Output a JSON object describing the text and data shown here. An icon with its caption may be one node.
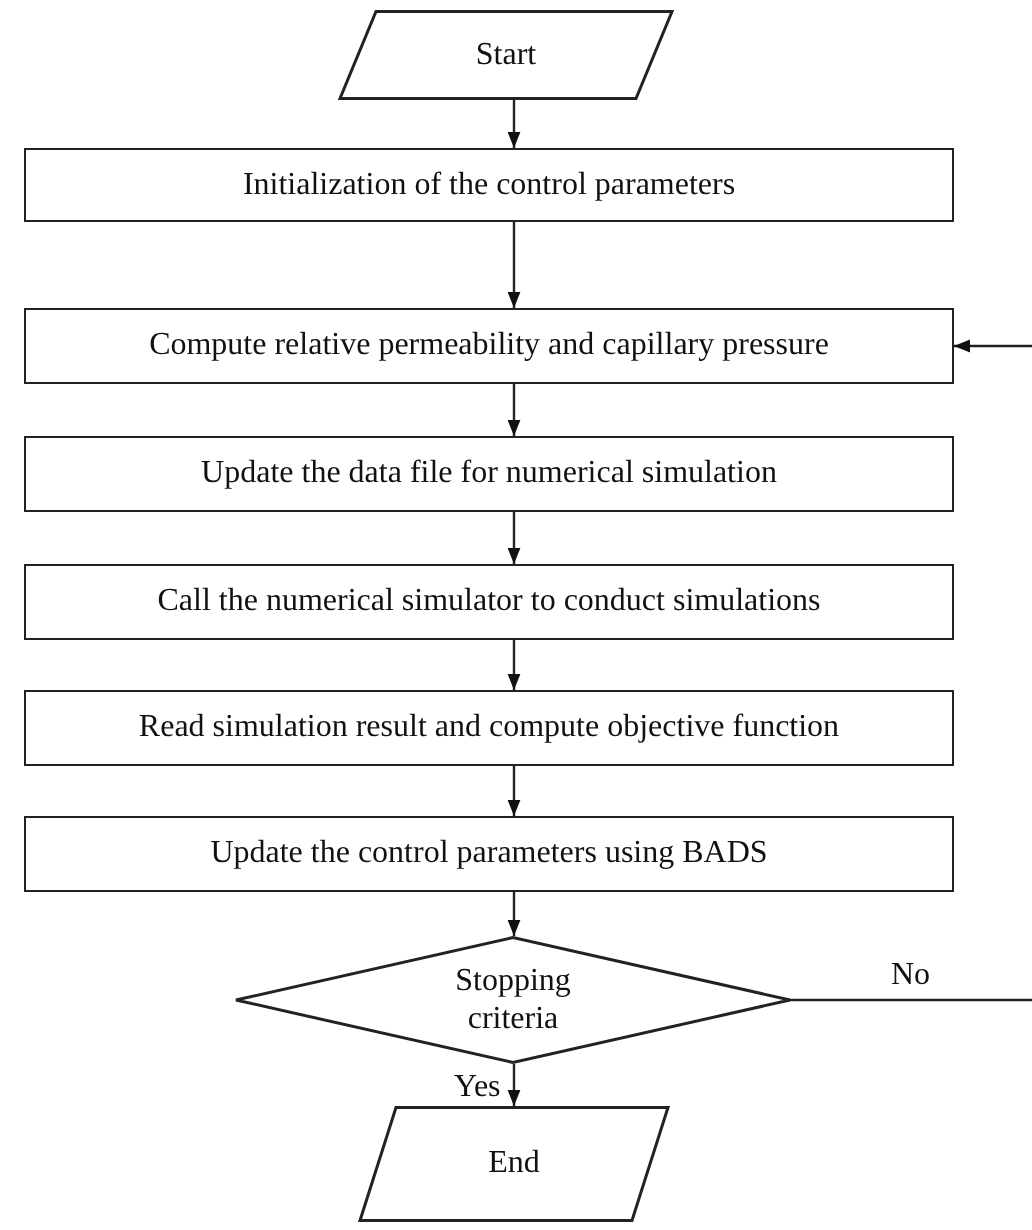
{
  "diagram": {
    "nodes": [
      {
        "text": [
          "Start"
        ]
      },
      {
        "text": [
          "Initialization of the control parameters"
        ]
      },
      {
        "text": [
          "Compute relative permeability and capillary pressure"
        ]
      },
      {
        "text": [
          "Update the data file for numerical simulation"
        ]
      },
      {
        "text": [
          "Call the numerical simulator to conduct simulations"
        ]
      },
      {
        "text": [
          "Read simulation result and compute objective function"
        ]
      },
      {
        "text": [
          "Update the control parameters using BADS"
        ]
      },
      {
        "text": [
          "Stopping criteria"
        ]
      },
      {
        "text": [
          "End"
        ]
      }
    ],
    "edges": [
      {
        "from": 0,
        "to": 1,
        "arrow": "to"
      },
      {
        "from": 1,
        "to": 2,
        "arrow": "to"
      },
      {
        "from": 2,
        "to": 3,
        "arrow": "to"
      },
      {
        "from": 3,
        "to": 4,
        "arrow": "to"
      },
      {
        "from": 4,
        "to": 5,
        "arrow": "to"
      },
      {
        "from": 5,
        "to": 6,
        "arrow": "to"
      },
      {
        "from": 6,
        "to": 7,
        "arrow": "to"
      },
      {
        "from": 7,
        "to": 8,
        "arrow": "to",
        "label": "Yes"
      },
      {
        "from": 7,
        "to": null,
        "arrow": "none",
        "label": "No"
      },
      {
        "from": null,
        "to": 2,
        "arrow": "to"
      }
    ]
  }
}
